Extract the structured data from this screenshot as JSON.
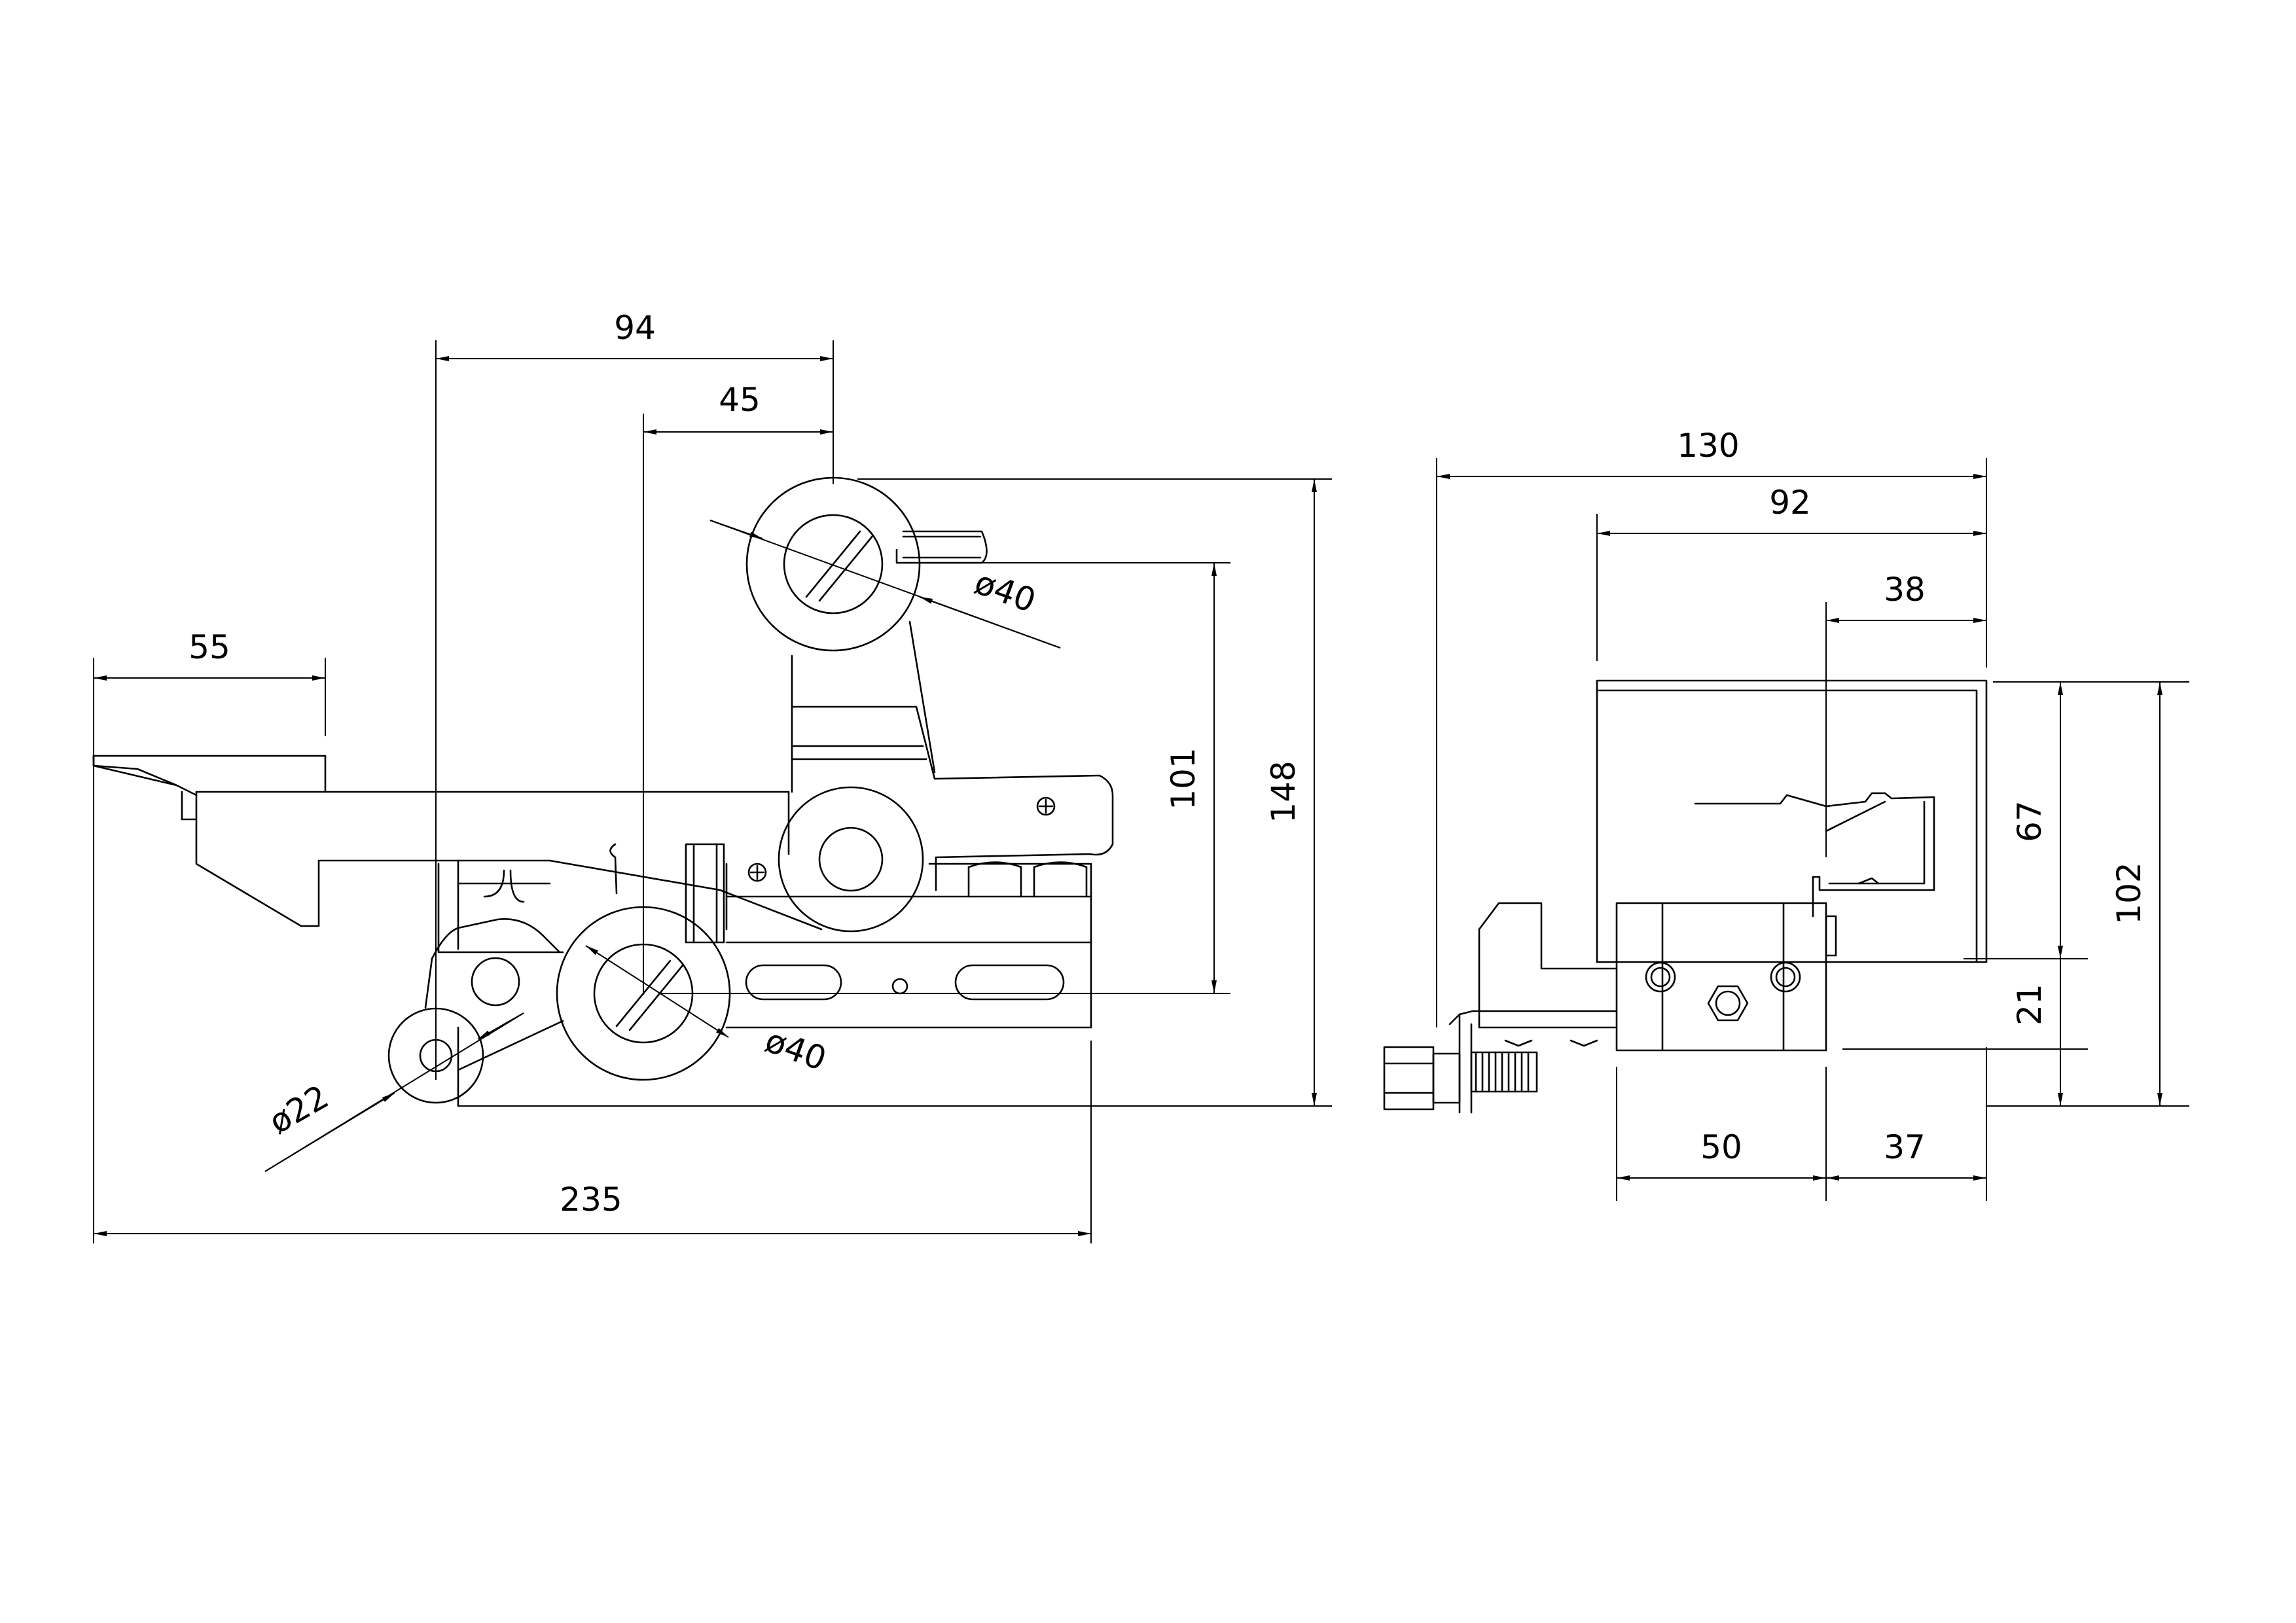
{
  "colors": {
    "line": "#000000",
    "background": "#ffffff"
  },
  "side_view": {
    "dim_overall_width": "235",
    "dim_left_platform": "55",
    "dim_to_upper_roller": "94",
    "dim_between_rollers": "45",
    "dim_overall_height": "148",
    "dim_roller_vertical": "101",
    "upper_roller_diameter": "ø40",
    "lower_roller_diameter": "ø40",
    "small_roller_diameter": "ø22"
  },
  "front_view": {
    "dim_overall_width": "130",
    "dim_mid_width": "92",
    "dim_right_offset": "38",
    "dim_block_width": "50",
    "dim_right_width": "37",
    "dim_upper_height": "67",
    "dim_lower_height": "21",
    "dim_total_height": "102"
  }
}
